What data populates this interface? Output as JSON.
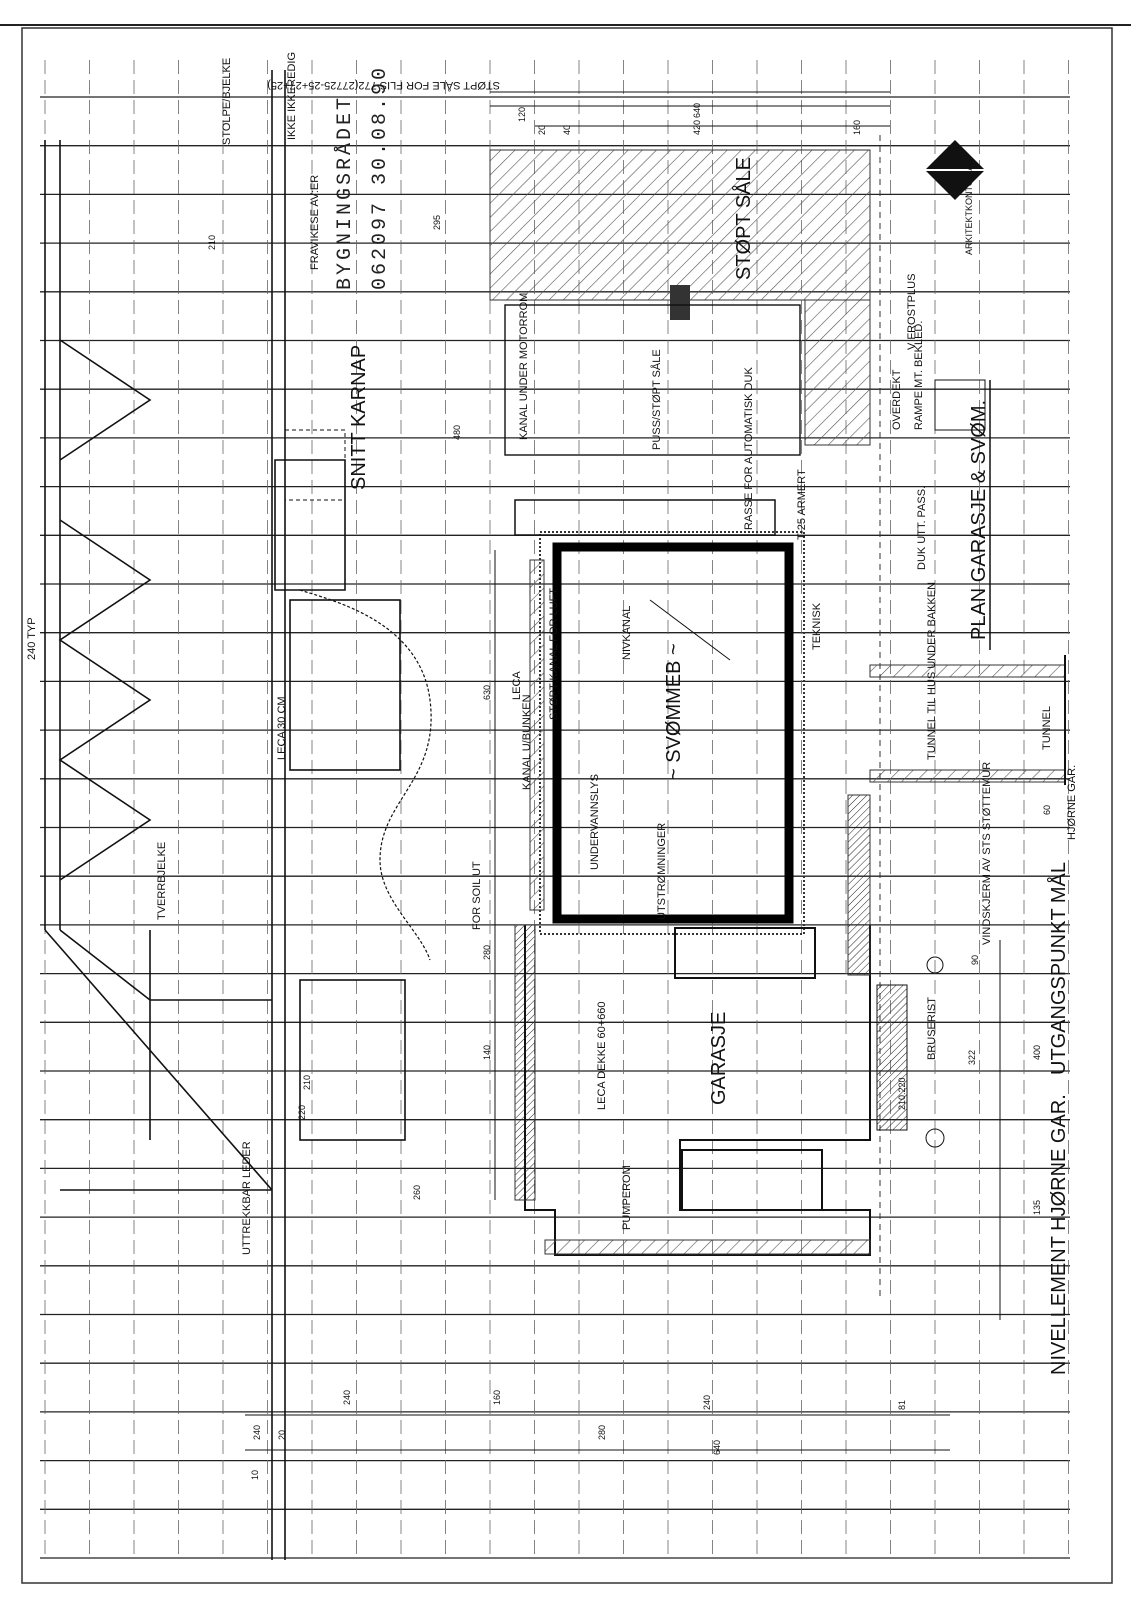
{
  "stamp": {
    "line1": "BYGNINGSRÅDET",
    "line2": "062097   30.08.90",
    "note": "FRAVIKESE AV:ER",
    "ikke": "IKKE IKKEREDIG"
  },
  "title": {
    "plan": "PLAN GARASJE & SVØM.",
    "architect": "ARKITEKTKONTOR AS"
  },
  "labels": {
    "pool": "~ SVØMMEB ~",
    "garage": "GARASJE",
    "stoptsale": "STØPT SÅLE",
    "pumperom": "PUMPEROM",
    "teknisk": "TEKNISK",
    "nivkanal": "NIVKANAL",
    "stopt_kanal": "STØPT KANAL FOR LUFT",
    "kanal_under": "KANAL U/BUNKEN",
    "undervanns": "UNDERVANNSLYS",
    "utstrom": "UTSTRØMNINGER",
    "pussveg": "PUSS/STØPT SÅLE",
    "kanal_motor": "KANAL UNDER MOTORROM",
    "utsnitt": "SNITT KARNAP",
    "dekke": "LECA DEKKE 60+660",
    "rasse": "RASSE FOR AUTOMATISK DUK",
    "t25": "T-25 ARMERT",
    "dukutt": "DUK UTT. PASS.",
    "rampe": "RAMPE MT. BEKLED.",
    "overdekt": "OVERDEKT",
    "v_frostplus": "V FROSTPLUS",
    "tunnel_til": "TUNNEL TIL HUS UNDER BAKKEN",
    "tunnel": "TUNNEL",
    "hjorne_gar": "HJØRNE GAR.",
    "vindskarse": "VINDSKJERM AV STS STØTTEMUR",
    "utgang": "UTGANGSPUNKT MÅL",
    "nivelli": "NIVELLEMENT HJØRNE GAR.",
    "bru": "BRUSERIST",
    "tverrbjelke": "TVERRBJELKE",
    "soil": "FOR SOIL UT",
    "leca": "LECA",
    "leca_30": "LECA 30 CM",
    "stopt_sale_plus": "STØPT SÅLE FOR FLIS  772(27725-25+27+25)",
    "gangvei": "240 TYP",
    "stolpe": "STOLPE/BJELKE",
    "uttrekk": "UTTREKKBAR LEDER"
  },
  "dimensions": {
    "top": [
      "120",
      "20",
      "40",
      "420",
      "640",
      "160"
    ],
    "left_column": [
      "210",
      "295",
      "480",
      "630",
      "280",
      "140",
      "210",
      "220",
      "260"
    ],
    "bottom": [
      "240",
      "20",
      "10",
      "240",
      "160",
      "280",
      "240",
      "640",
      "81"
    ],
    "right": [
      "60",
      "90",
      "400",
      "322",
      "135",
      "210.220"
    ]
  }
}
